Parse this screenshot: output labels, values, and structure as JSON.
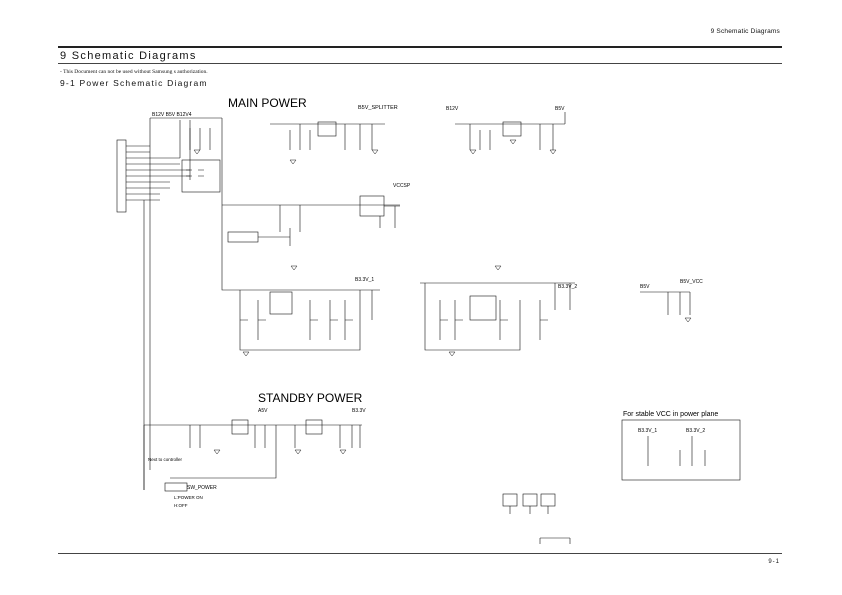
{
  "header": {
    "section": "9 Schematic Diagrams"
  },
  "title": "9 Schematic Diagrams",
  "notice": "- This Document can not be used without Samsung   s authorization.",
  "subtitle": "9-1 Power Schematic Diagram",
  "page_number": "9-1",
  "schematic": {
    "main_power": "MAIN POWER",
    "standby_power": "STANDBY POWER",
    "rail_top": "B12V B5V B12V4",
    "b5v_splitter": "B5V_SPLITTER",
    "b12v": "B12V",
    "b5v": "B5V",
    "vccsp": "VCCSP",
    "b3v3_1": "B3.3V_1",
    "b3v3_2": "B3.3V_2",
    "b5v_label": "B5V",
    "b5v_vcc": "B5V_VCC",
    "a5v": "A5V",
    "b3v": "B3.3V",
    "stable_vcc_title": "For stable VCC in power plane",
    "stable_b3v3_1": "B3.3V_1",
    "stable_b3v3_2": "B3.3V_2",
    "micom_note": "Next to controller",
    "sw_power": "SW_POWER",
    "power_on": "L:POWER ON",
    "power_off": "H:OFF"
  }
}
